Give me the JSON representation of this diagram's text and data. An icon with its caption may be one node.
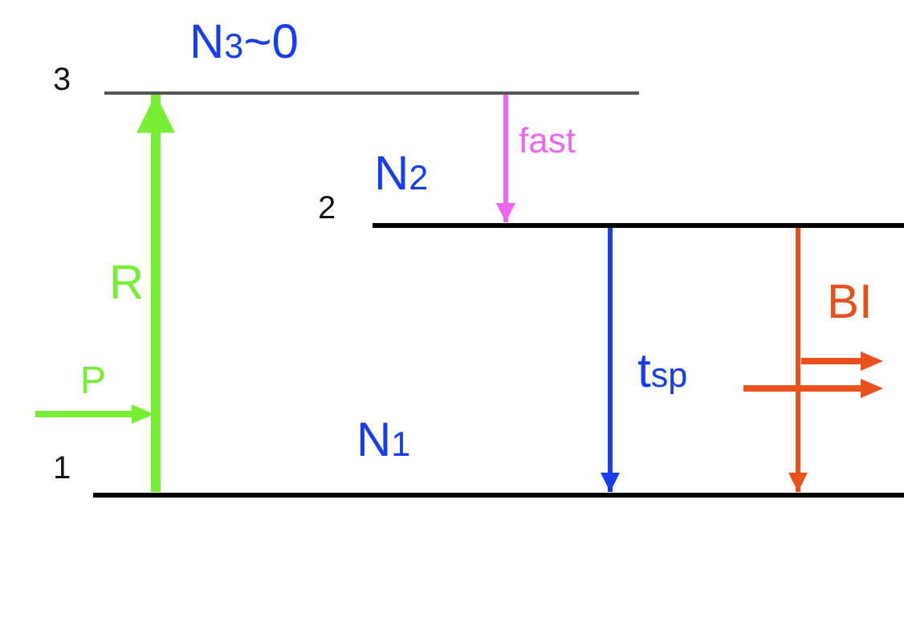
{
  "diagram": {
    "nodes": [
      {
        "text": [],
        "shape": "bar",
        "beside": [
          "3",
          "N$_{3}$~0"
        ]
      },
      {
        "text": [],
        "shape": "bar",
        "beside": [
          "2",
          "N$_{2}$"
        ]
      },
      {
        "text": [],
        "shape": "bar",
        "beside": [
          "1",
          "N$_{1}$"
        ]
      }
    ],
    "edges": [
      {
        "from": 2,
        "to": 0,
        "arrow": "to",
        "label": "R",
        "color": "#77ee33",
        "style": "thick"
      },
      {
        "from": 0,
        "to": 1,
        "arrow": "to",
        "label": "fast",
        "color": "#ee66ee"
      },
      {
        "from": 1,
        "to": 2,
        "arrow": "to",
        "label": "t$_{sp}$",
        "color": "#1a3cf0"
      },
      {
        "from": 1,
        "to": 2,
        "arrow": "to",
        "label": "BI",
        "color": "#e8501e"
      }
    ],
    "labels": [
      "P"
    ]
  }
}
